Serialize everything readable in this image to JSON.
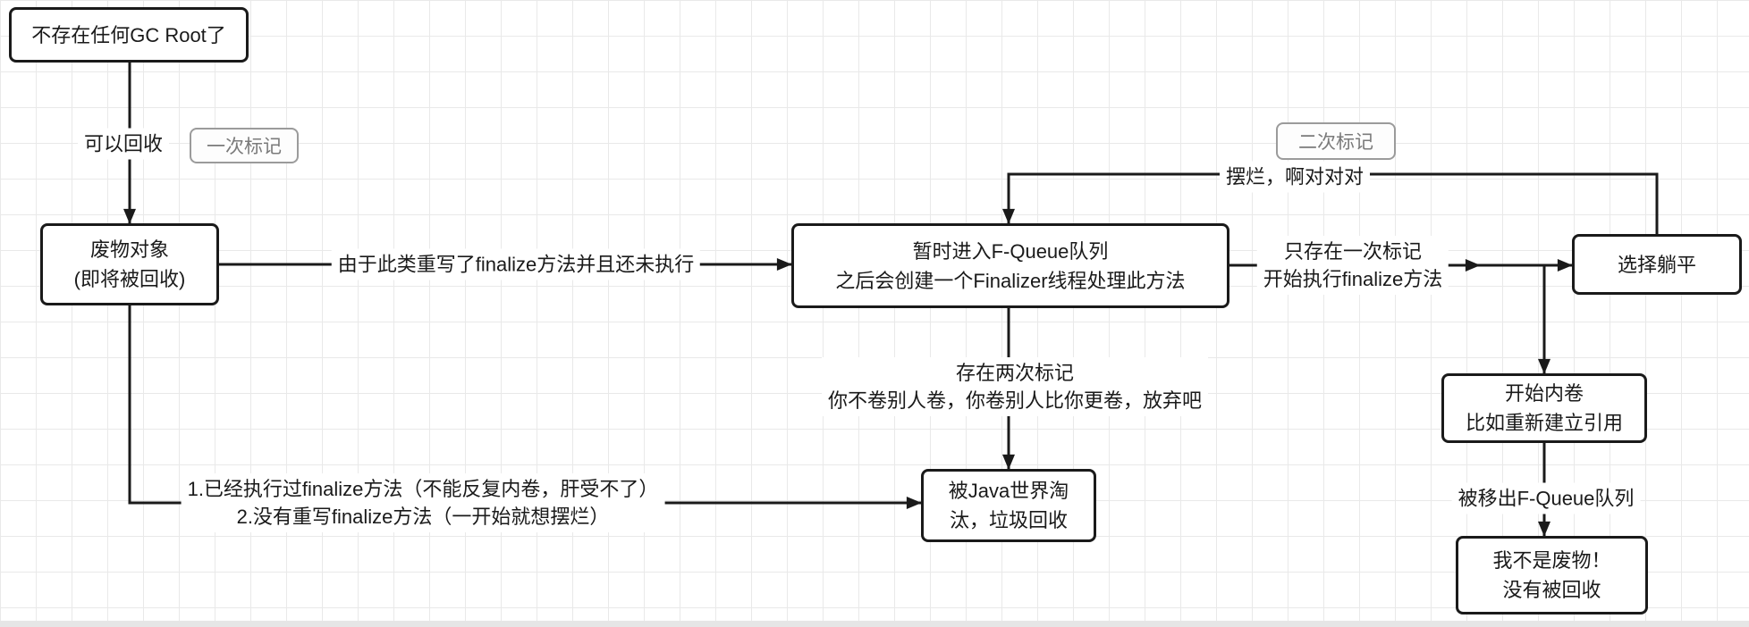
{
  "colors": {
    "stroke": "#1a1a1a",
    "badge_border": "#9b9b9b",
    "badge_text": "#7a7a7a",
    "grid": "#e9e9e9",
    "canvas": "#ffffff"
  },
  "nodes": {
    "gc_root": {
      "label": "不存在任何GC Root了"
    },
    "waste_object": {
      "line1": "废物对象",
      "line2": "(即将被回收)"
    },
    "fqueue": {
      "line1": "暂时进入F-Queue队列",
      "line2": "之后会创建一个Finalizer线程处理此方法"
    },
    "lie_flat": {
      "label": "选择躺平"
    },
    "eliminated": {
      "line1": "被Java世界淘",
      "line2": "汰，垃圾回收"
    },
    "involution": {
      "line1": "开始内卷",
      "line2": "比如重新建立引用"
    },
    "not_waste": {
      "line1": "我不是废物！",
      "line2": "没有被回收"
    }
  },
  "badges": {
    "first_mark": "一次标记",
    "second_mark": "二次标记"
  },
  "edges": {
    "recyclable": "可以回收",
    "overrides_finalize": "由于此类重写了finalize方法并且还未执行",
    "one_mark_line1": "只存在一次标记",
    "one_mark_line2": "开始执行finalize方法",
    "give_up": "摆烂，啊对对对",
    "two_marks_line1": "存在两次标记",
    "two_marks_line2": "你不卷别人卷，你卷别人比你更卷，放弃吧",
    "no_finalize_line1": "1.已经执行过finalize方法（不能反复内卷，肝受不了）",
    "no_finalize_line2": "2.没有重写finalize方法（一开始就想摆烂）",
    "removed_from_fqueue": "被移出F-Queue队列"
  }
}
